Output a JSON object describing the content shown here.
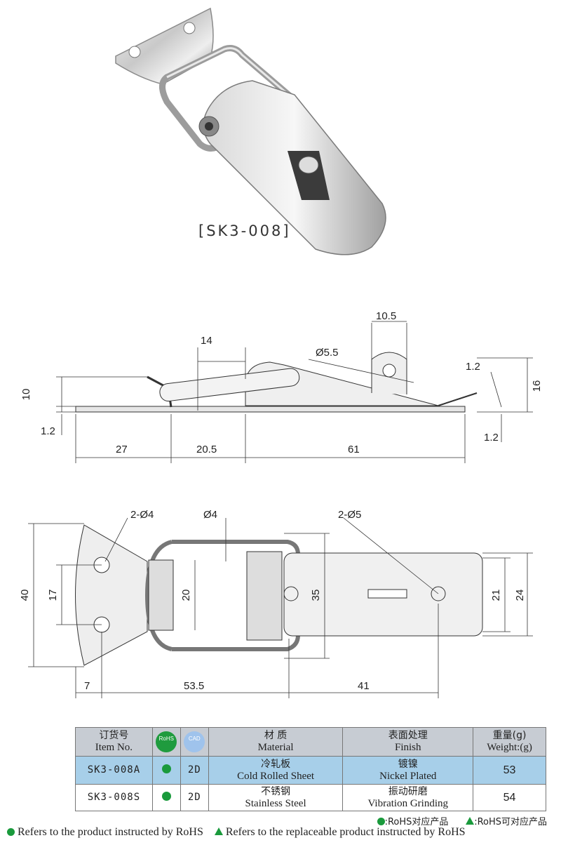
{
  "product": {
    "model_label": "[SK3-008]"
  },
  "side_view": {
    "dims": {
      "d10_5": "10.5",
      "d14": "14",
      "d5_5": "Ø5.5",
      "d1_2a": "1.2",
      "d10": "10",
      "d16": "16",
      "d1_2b": "1.2",
      "d1_2c": "1.2",
      "d27": "27",
      "d20_5": "20.5",
      "d61": "61"
    }
  },
  "top_view": {
    "dims": {
      "holes_left": "2-Ø4",
      "wire": "Ø4",
      "holes_right": "2-Ø5",
      "d40": "40",
      "d17": "17",
      "d20": "20",
      "d35": "35",
      "d21": "21",
      "d24": "24",
      "d7": "7",
      "d53_5": "53.5",
      "d41": "41"
    }
  },
  "table": {
    "headers": {
      "item_cn": "订货号",
      "item_en": "Item No.",
      "rohs_badge": "RoHS",
      "cad_badge": "CAD",
      "material_cn": "材 质",
      "material_en": "Material",
      "finish_cn": "表面处理",
      "finish_en": "Finish",
      "weight_cn": "重量(g)",
      "weight_en": "Weight:(g)"
    },
    "rows": [
      {
        "item": "SK3-008A",
        "rohs": "dot",
        "cad": "2D",
        "material_cn": "冷轧板",
        "material_en": "Cold Rolled Sheet",
        "finish_cn": "镀镍",
        "finish_en": "Nickel Plated",
        "weight": "53"
      },
      {
        "item": "SK3-008S",
        "rohs": "dot",
        "cad": "2D",
        "material_cn": "不锈钢",
        "material_en": "Stainless Steel",
        "finish_cn": "振动研磨",
        "finish_en": "Vibration Grinding",
        "weight": "54"
      }
    ]
  },
  "legend": {
    "rohs_cn": ":RoHS对应产品",
    "rohs_replaceable_cn": ":RoHS可对应产品",
    "rohs_en": "Refers to the product instructed by RoHS",
    "rohs_replaceable_en": "Refers to the replaceable product instructed by RoHS"
  },
  "colors": {
    "row_highlight": "#a7cfe9",
    "header_bg": "#c7ccd3",
    "rohs_green": "#1a9a3c"
  }
}
